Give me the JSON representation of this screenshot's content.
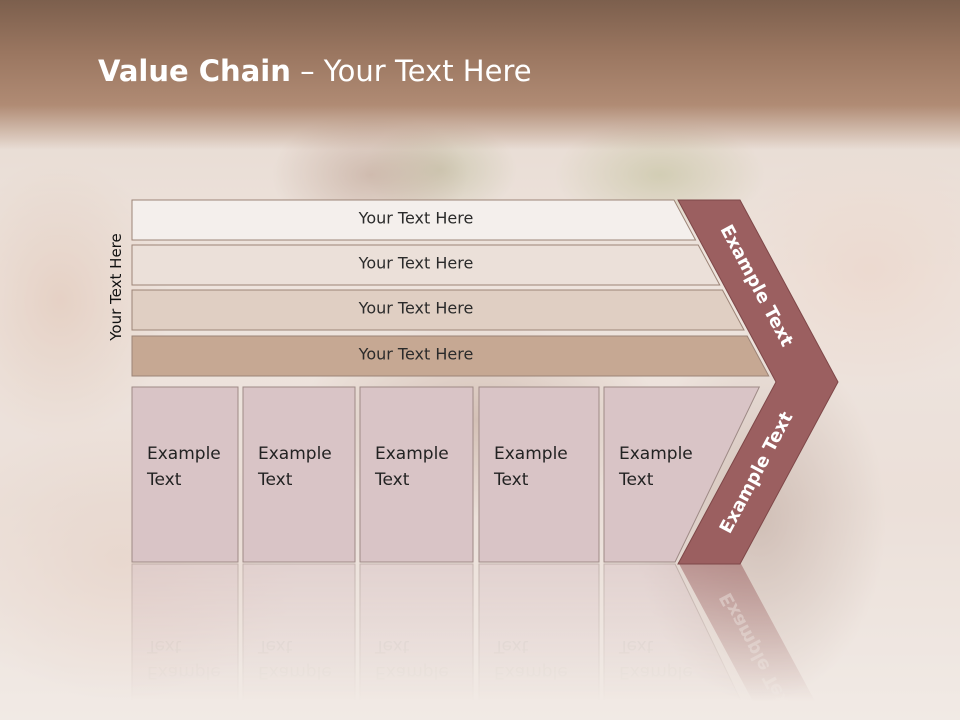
{
  "title": {
    "bold": "Value Chain",
    "rest": " – Your Text Here"
  },
  "side_label": "Your Text Here",
  "bars": [
    {
      "label": "Your Text Here",
      "color": "#f4efec"
    },
    {
      "label": "Your Text Here",
      "color": "#ebe0d9"
    },
    {
      "label": "Your Text Here",
      "color": "#e0cfc3"
    },
    {
      "label": "Your Text Here",
      "color": "#c6a893"
    }
  ],
  "boxes": [
    {
      "line1": "Example",
      "line2": "Text"
    },
    {
      "line1": "Example",
      "line2": "Text"
    },
    {
      "line1": "Example",
      "line2": "Text"
    },
    {
      "line1": "Example",
      "line2": "Text"
    },
    {
      "line1": "Example",
      "line2": "Text"
    }
  ],
  "box_color": "#d9c4c6",
  "chevron": {
    "upper_label": "Example Text",
    "lower_label": "Example Text",
    "color": "#9b5f60"
  }
}
